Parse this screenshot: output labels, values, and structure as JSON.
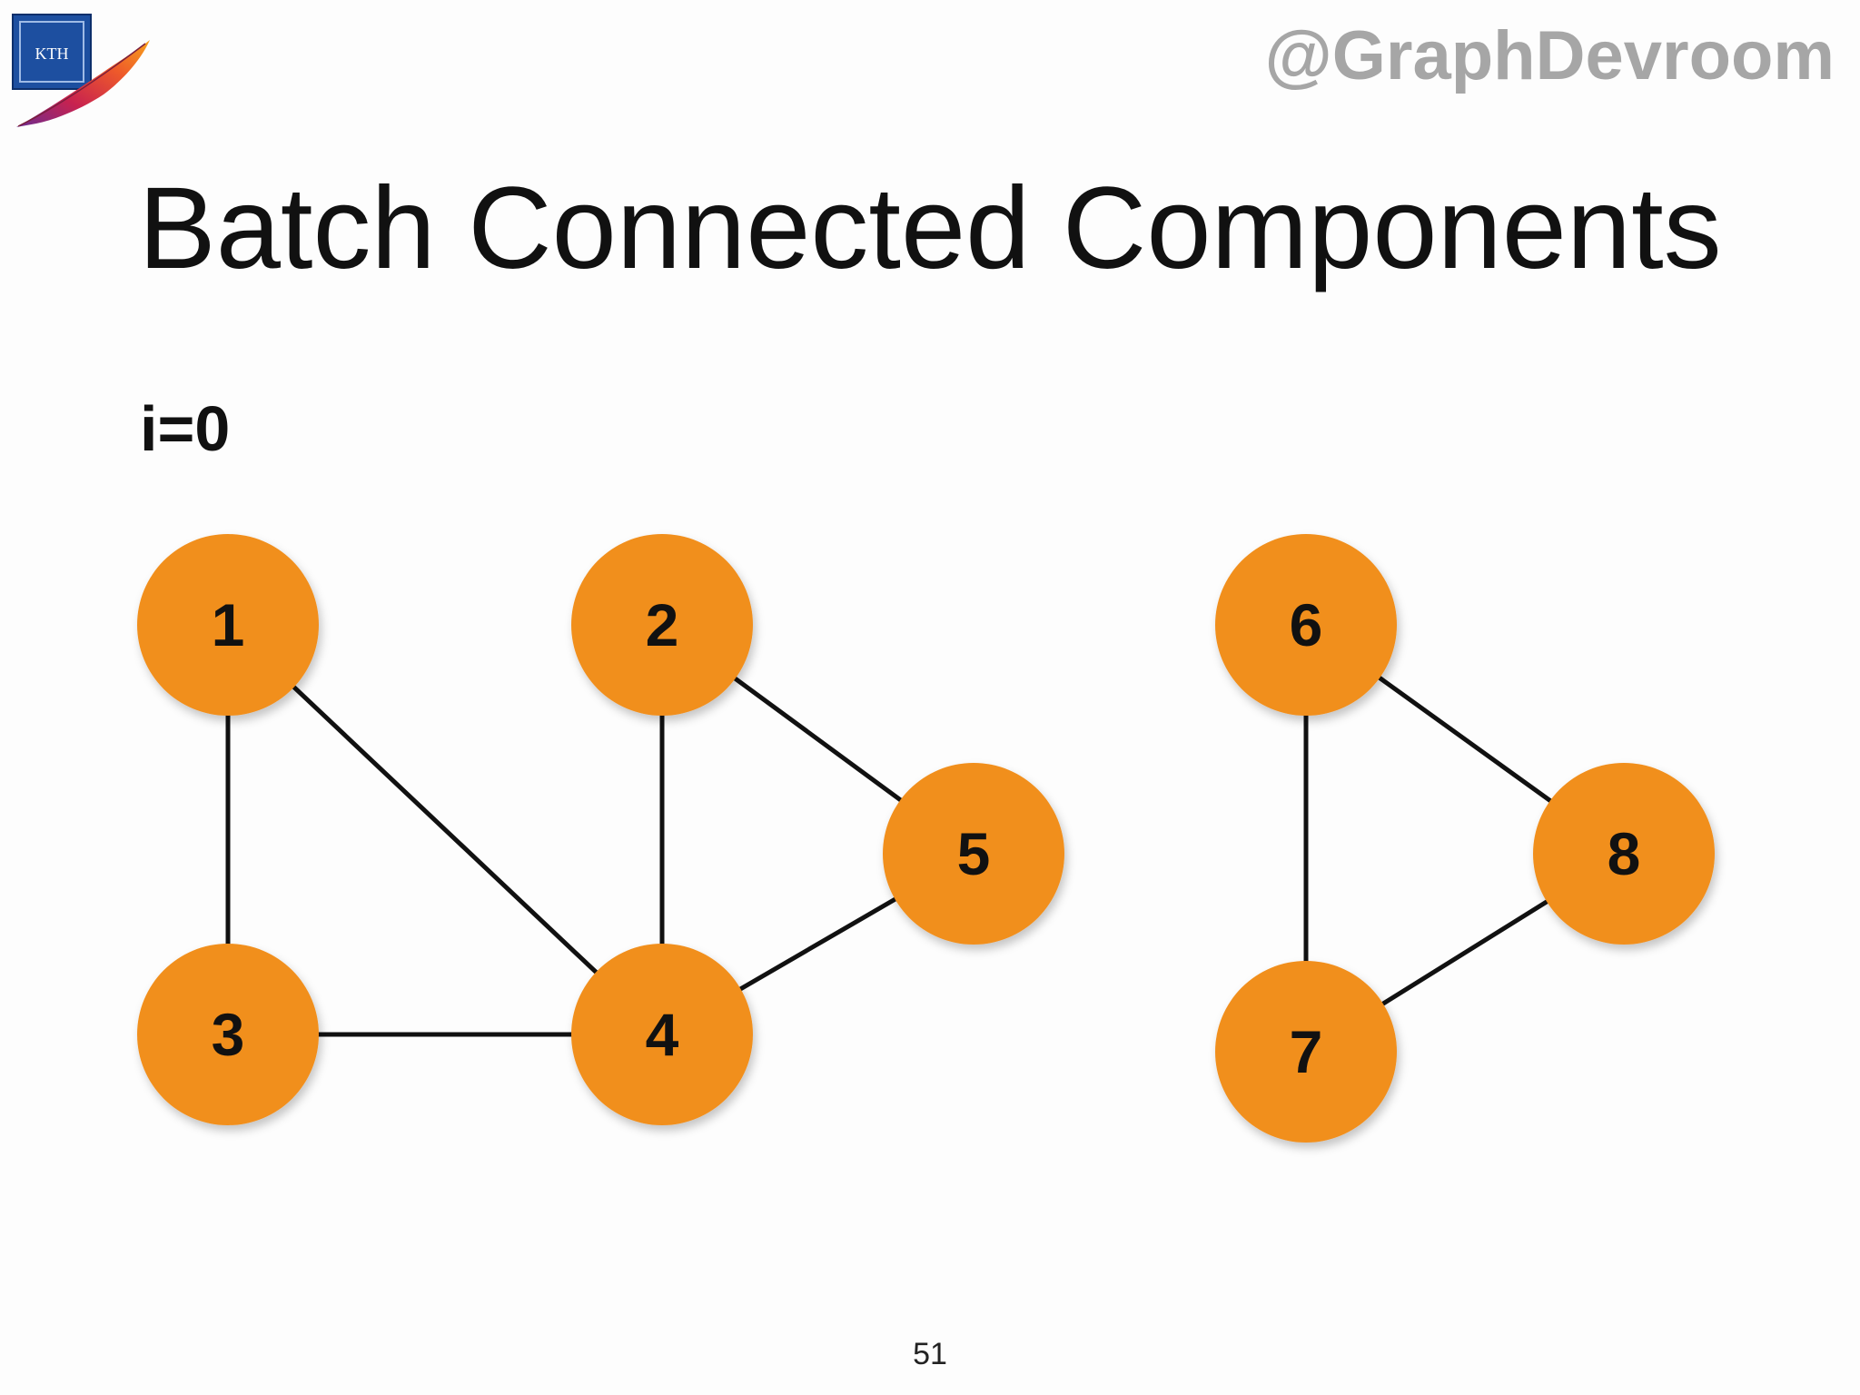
{
  "header": {
    "handle": "@GraphDevroom",
    "logo_text": "KTH"
  },
  "slide": {
    "title": "Batch Connected Components",
    "iteration_label": "i=0",
    "page_number": "51"
  },
  "colors": {
    "node_fill": "#f18f1f",
    "edge": "#111111",
    "handle": "#a6a6a6"
  },
  "graph": {
    "nodes": [
      {
        "id": "1",
        "label": "1"
      },
      {
        "id": "2",
        "label": "2"
      },
      {
        "id": "3",
        "label": "3"
      },
      {
        "id": "4",
        "label": "4"
      },
      {
        "id": "5",
        "label": "5"
      },
      {
        "id": "6",
        "label": "6"
      },
      {
        "id": "7",
        "label": "7"
      },
      {
        "id": "8",
        "label": "8"
      }
    ],
    "edges": [
      {
        "from": "1",
        "to": "3"
      },
      {
        "from": "1",
        "to": "4"
      },
      {
        "from": "2",
        "to": "4"
      },
      {
        "from": "2",
        "to": "5"
      },
      {
        "from": "3",
        "to": "4"
      },
      {
        "from": "4",
        "to": "5"
      },
      {
        "from": "6",
        "to": "7"
      },
      {
        "from": "6",
        "to": "8"
      },
      {
        "from": "7",
        "to": "8"
      }
    ]
  }
}
